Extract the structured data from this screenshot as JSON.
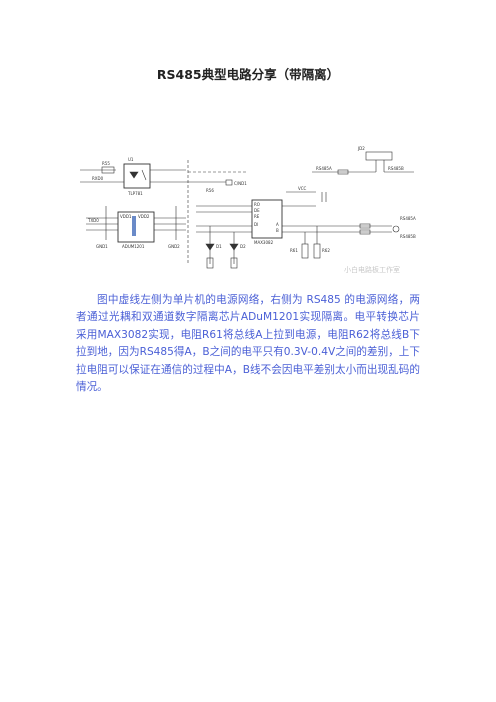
{
  "document": {
    "title": "RS485典型电路分享（带隔离）",
    "paragraph": "图中虚线左侧为单片机的电源网络，右侧为 RS485 的电源网络，两者通过光耦和双通道数字隔离芯片ADuM1201实现隔离。电平转换芯片采用MAX3082实现，电阻R61将总线A上拉到电源，电阻R62将总线B下拉到地，因为RS485得A，B之间的电平只有0.3V-0.4V之间的差别，上下拉电阻可以保证在通信的过程中A，B线不会因电平差别太小而出现乱码的情况。"
  },
  "schematic": {
    "labels": {
      "r55": "R55",
      "u1": "U1",
      "rxd0": "RXD0",
      "opto": "TLP781",
      "r56": "R56",
      "cnd1": "C/ND1",
      "vcc": "VCC",
      "jd2": "JD2",
      "rs485a": "RS485A",
      "rs485b": "RS485B",
      "u2": "ADUM1201",
      "vdd1": "VDD1",
      "vdd2": "VDD2",
      "txd0": "TXD0",
      "gnd1": "GND1",
      "gnd2": "GND2",
      "u3": "MAX3082",
      "ro": "RO",
      "de": "DE",
      "re": "RE",
      "di": "DI",
      "a": "A",
      "b": "B",
      "r61": "R61",
      "r62": "R62",
      "d1": "D1",
      "d2": "D2",
      "watermark": "小白电路板工作室"
    }
  }
}
